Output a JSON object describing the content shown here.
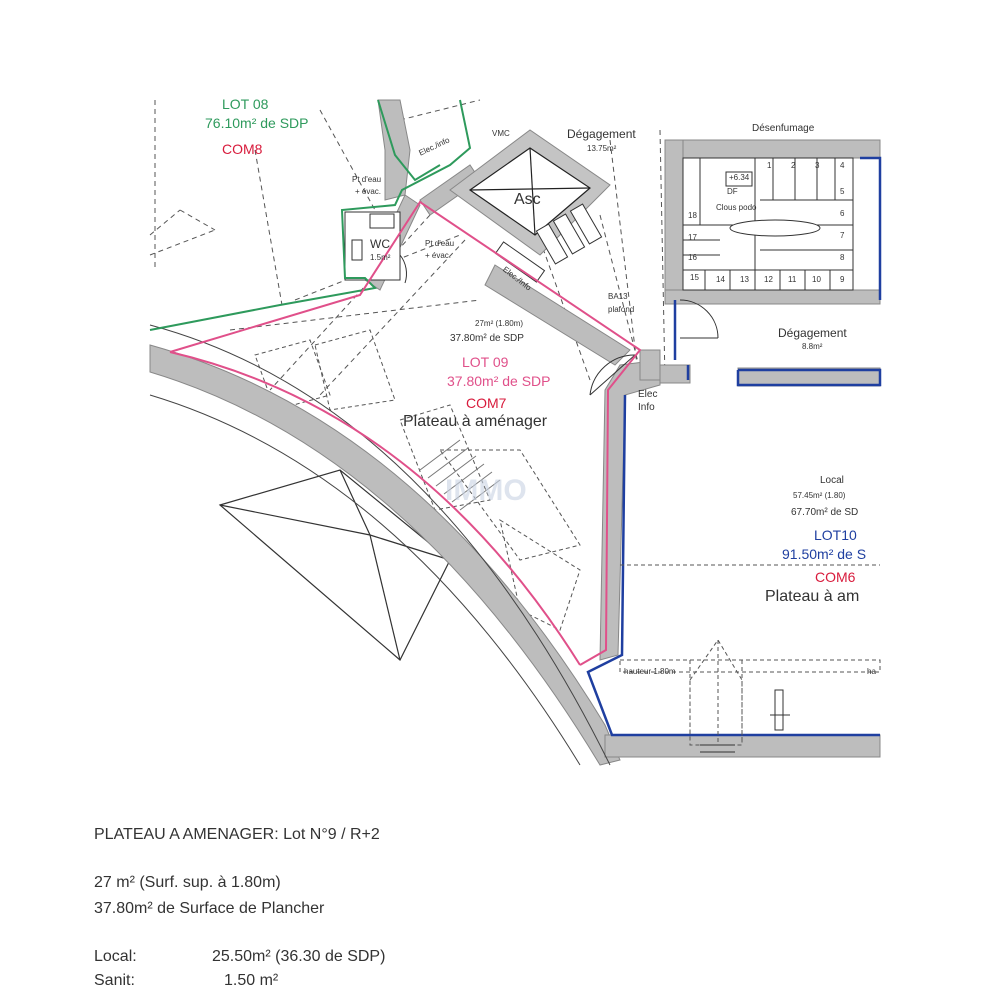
{
  "plan": {
    "lot08": {
      "label": "LOT 08",
      "sdp": "76.10m² de SDP",
      "com": "COM8"
    },
    "pt_eau_1": [
      "Pt d'eau",
      "+ évac."
    ],
    "pt_eau_2": [
      "Pt d'eau",
      "+ évac."
    ],
    "elec_info_top": "Elec./info",
    "vmc": "VMC",
    "asc": "Asc",
    "wc": {
      "label": "WC",
      "area": "1.5m²"
    },
    "elec_info_diag": "Elec./Info",
    "degagement_top": {
      "label": "Dégagement",
      "area": "13.75m²"
    },
    "desenfumage": "Désenfumage",
    "stair_box": {
      "value": "+6.34",
      "df": "DF",
      "clous": "Clous podo"
    },
    "stair_numbers": [
      "1",
      "2",
      "3",
      "4",
      "5",
      "6",
      "7",
      "8",
      "9",
      "10",
      "11",
      "12",
      "13",
      "14",
      "15",
      "16",
      "17",
      "18"
    ],
    "ba13": [
      "BA13",
      "plafond"
    ],
    "lot09_small": "27m² (1.80m)",
    "lot09_sdp_black": "37.80m² de SDP",
    "lot09": {
      "label": "LOT 09",
      "sdp": "37.80m² de SDP",
      "com": "COM7"
    },
    "plateau_left": "Plateau à aménager",
    "degagement_right": {
      "label": "Dégagement",
      "area": "8.8m²"
    },
    "elec_info_right": [
      "Elec",
      "Info"
    ],
    "local": {
      "label": "Local",
      "area": "57.45m² (1.80)",
      "sdp": "67.70m² de SD"
    },
    "lot10": {
      "label": "LOT10",
      "sdp": "91.50m² de S",
      "com": "COM6"
    },
    "plateau_right": "Plateau à am",
    "hauteur": "hauteur 1.80m",
    "hauteur_cut": "ha",
    "watermark": "IMMO"
  },
  "footer": {
    "title": "PLATEAU A AMENAGER: Lot N°9 / R+2",
    "surf_sup": "27 m² (Surf. sup. à 1.80m)",
    "surf_plancher": "37.80m² de Surface de Plancher",
    "local_label": "Local:",
    "local_value": "25.50m² (36.30 de SDP)",
    "sanit_label": "Sanit:",
    "sanit_value": "1.50 m²"
  },
  "colors": {
    "lot08": "#2e9a5c",
    "lot09": "#e0508a",
    "com": "#d81b3c",
    "lot10": "#1f3fa0",
    "wall": "#b9b9b9"
  }
}
